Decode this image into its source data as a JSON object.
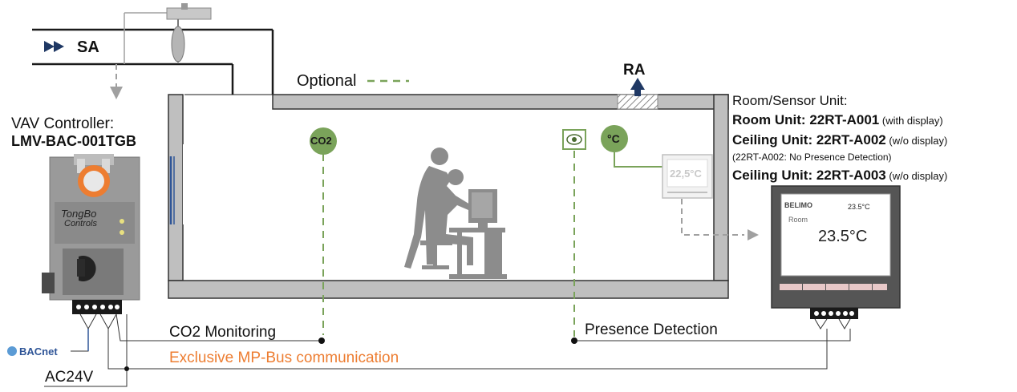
{
  "labels": {
    "supply_air": "SA",
    "return_air": "RA",
    "optional": "Optional",
    "vav_title": "VAV Controller:",
    "vav_model": "LMV-BAC-001TGB",
    "vav_brand_line1": "TongBo",
    "vav_brand_line2": "Controls",
    "co2_sensor": "CO2",
    "temp_sensor": "°C",
    "thermostat_reading": "22,5°C",
    "co2_monitoring": "CO2 Monitoring",
    "mpbus": "Exclusive MP-Bus communication",
    "ac24v": "AC24V",
    "presence_detection": "Presence Detection",
    "bacnet": "BACnet"
  },
  "room_unit": {
    "header": "Room/Sensor Unit:",
    "lines": [
      {
        "name": "Room Unit:  22RT-A001",
        "note": " (with display)"
      },
      {
        "name": "Ceiling Unit: 22RT-A002",
        "note": " (w/o display)"
      },
      {
        "name": "",
        "note": "(22RT-A002: No Presence Detection)"
      },
      {
        "name": "Ceiling Unit: 22RT-A003",
        "note": " (w/o display)"
      }
    ],
    "display_brand": "BELIMO",
    "display_top_temp": "23.5°C",
    "display_label": "Room",
    "display_main_temp": "23.5°C"
  },
  "colors": {
    "accent_green": "#7aa35a",
    "mpbus_orange": "#ed7d31",
    "wall_gray": "#bfbfbf",
    "duct_line": "#1a1a1a"
  }
}
